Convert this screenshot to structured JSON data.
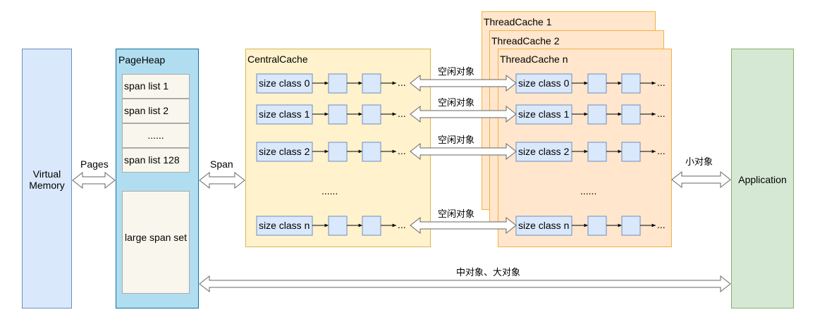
{
  "virtual_memory": {
    "label": "Virtual\nMemory"
  },
  "application": {
    "label": "Application"
  },
  "page_heap": {
    "title": "PageHeap",
    "span_lists": [
      "span list 1",
      "span list 2",
      "......",
      "span list 128"
    ],
    "large_span_set": "large span set"
  },
  "central_cache": {
    "title": "CentralCache",
    "rows": [
      "size class 0",
      "size class 1",
      "size class 2",
      "size class n"
    ],
    "gap_ellipsis": "......",
    "row_ellipsis": "..."
  },
  "thread_caches": {
    "titles": [
      "ThreadCache 1",
      "ThreadCache 2",
      "ThreadCache n"
    ],
    "rows": [
      "size class 0",
      "size class 1",
      "size class 2",
      "size class n"
    ],
    "gap_ellipsis": "......",
    "row_ellipsis": "..."
  },
  "arrows": {
    "pages": "Pages",
    "span": "Span",
    "free_object": "空闲对象",
    "small_object": "小对象",
    "medium_large_object": "中对象、大对象"
  },
  "colors": {
    "virtual_memory": "#dae8fc",
    "page_heap": "#b1ddf0",
    "central_cache": "#fff2cc",
    "thread_cache": "#ffe6cc",
    "application": "#d5e8d4",
    "block": "#dae8fc"
  }
}
